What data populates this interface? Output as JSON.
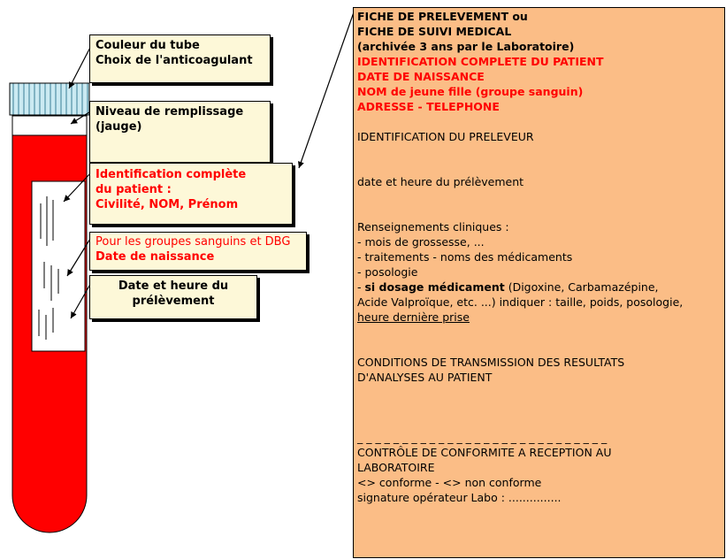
{
  "labels": {
    "tube_color": [
      "Couleur du tube",
      "Choix de l'anticoagulant"
    ],
    "fill_level": [
      "Niveau de remplissage",
      "(jauge)"
    ],
    "patient_id": [
      "Identification complète",
      "du patient :",
      "Civilité, NOM, Prénom"
    ],
    "blood_group": {
      "line1": "Pour les groupes sanguins et DBG",
      "line2": "Date de naissance"
    },
    "sampling_time": [
      "Date et heure du",
      "prélèvement"
    ]
  },
  "form": {
    "header_black": [
      "FICHE DE PRELEVEMENT ou",
      "FICHE DE SUIVI MEDICAL",
      "(archivée 3 ans par le Laboratoire)"
    ],
    "header_red": [
      "IDENTIFICATION COMPLETE DU PATIENT",
      "DATE DE NAISSANCE",
      "NOM de jeune fille (groupe sanguin)",
      "ADRESSE - TELEPHONE"
    ],
    "collector_id": "IDENTIFICATION DU PRELEVEUR",
    "datetime": "date et heure du prélèvement",
    "clinical_title": "Renseignements cliniques :",
    "clinical_items": [
      "- mois de grossesse, ...",
      "- traitements - noms des médicaments",
      "- posologie"
    ],
    "drug_dash": "- ",
    "drug_bold": "si dosage médicament",
    "drug_rest": " (Digoxine, Carbamazépine,",
    "drug_line2": "Acide Valproïque, etc. ...) indiquer : taille, poids, posologie,",
    "drug_line3": "heure dernière prise",
    "transmission": [
      "CONDITIONS DE TRANSMISSION DES RESULTATS",
      "D'ANALYSES AU PATIENT"
    ],
    "separator": "_ _ _ _ _ _ _ _ _ _ _ _ _ _ _ _ _ _ _ _ _ _ _ _ _ _ _ _",
    "control": [
      "CONTRÔLE DE CONFORMITE A RECEPTION AU",
      "LABORATOIRE"
    ],
    "conformity": "<> conforme - <> non conforme",
    "signature": "signature opérateur Labo : ..............."
  },
  "colors": {
    "tube_red": "#ff0000",
    "cap_blue": "#cbeaf2",
    "form_bg": "#fbbd86",
    "label_bg": "#fdf8d8",
    "red_text": "#ff0000"
  }
}
